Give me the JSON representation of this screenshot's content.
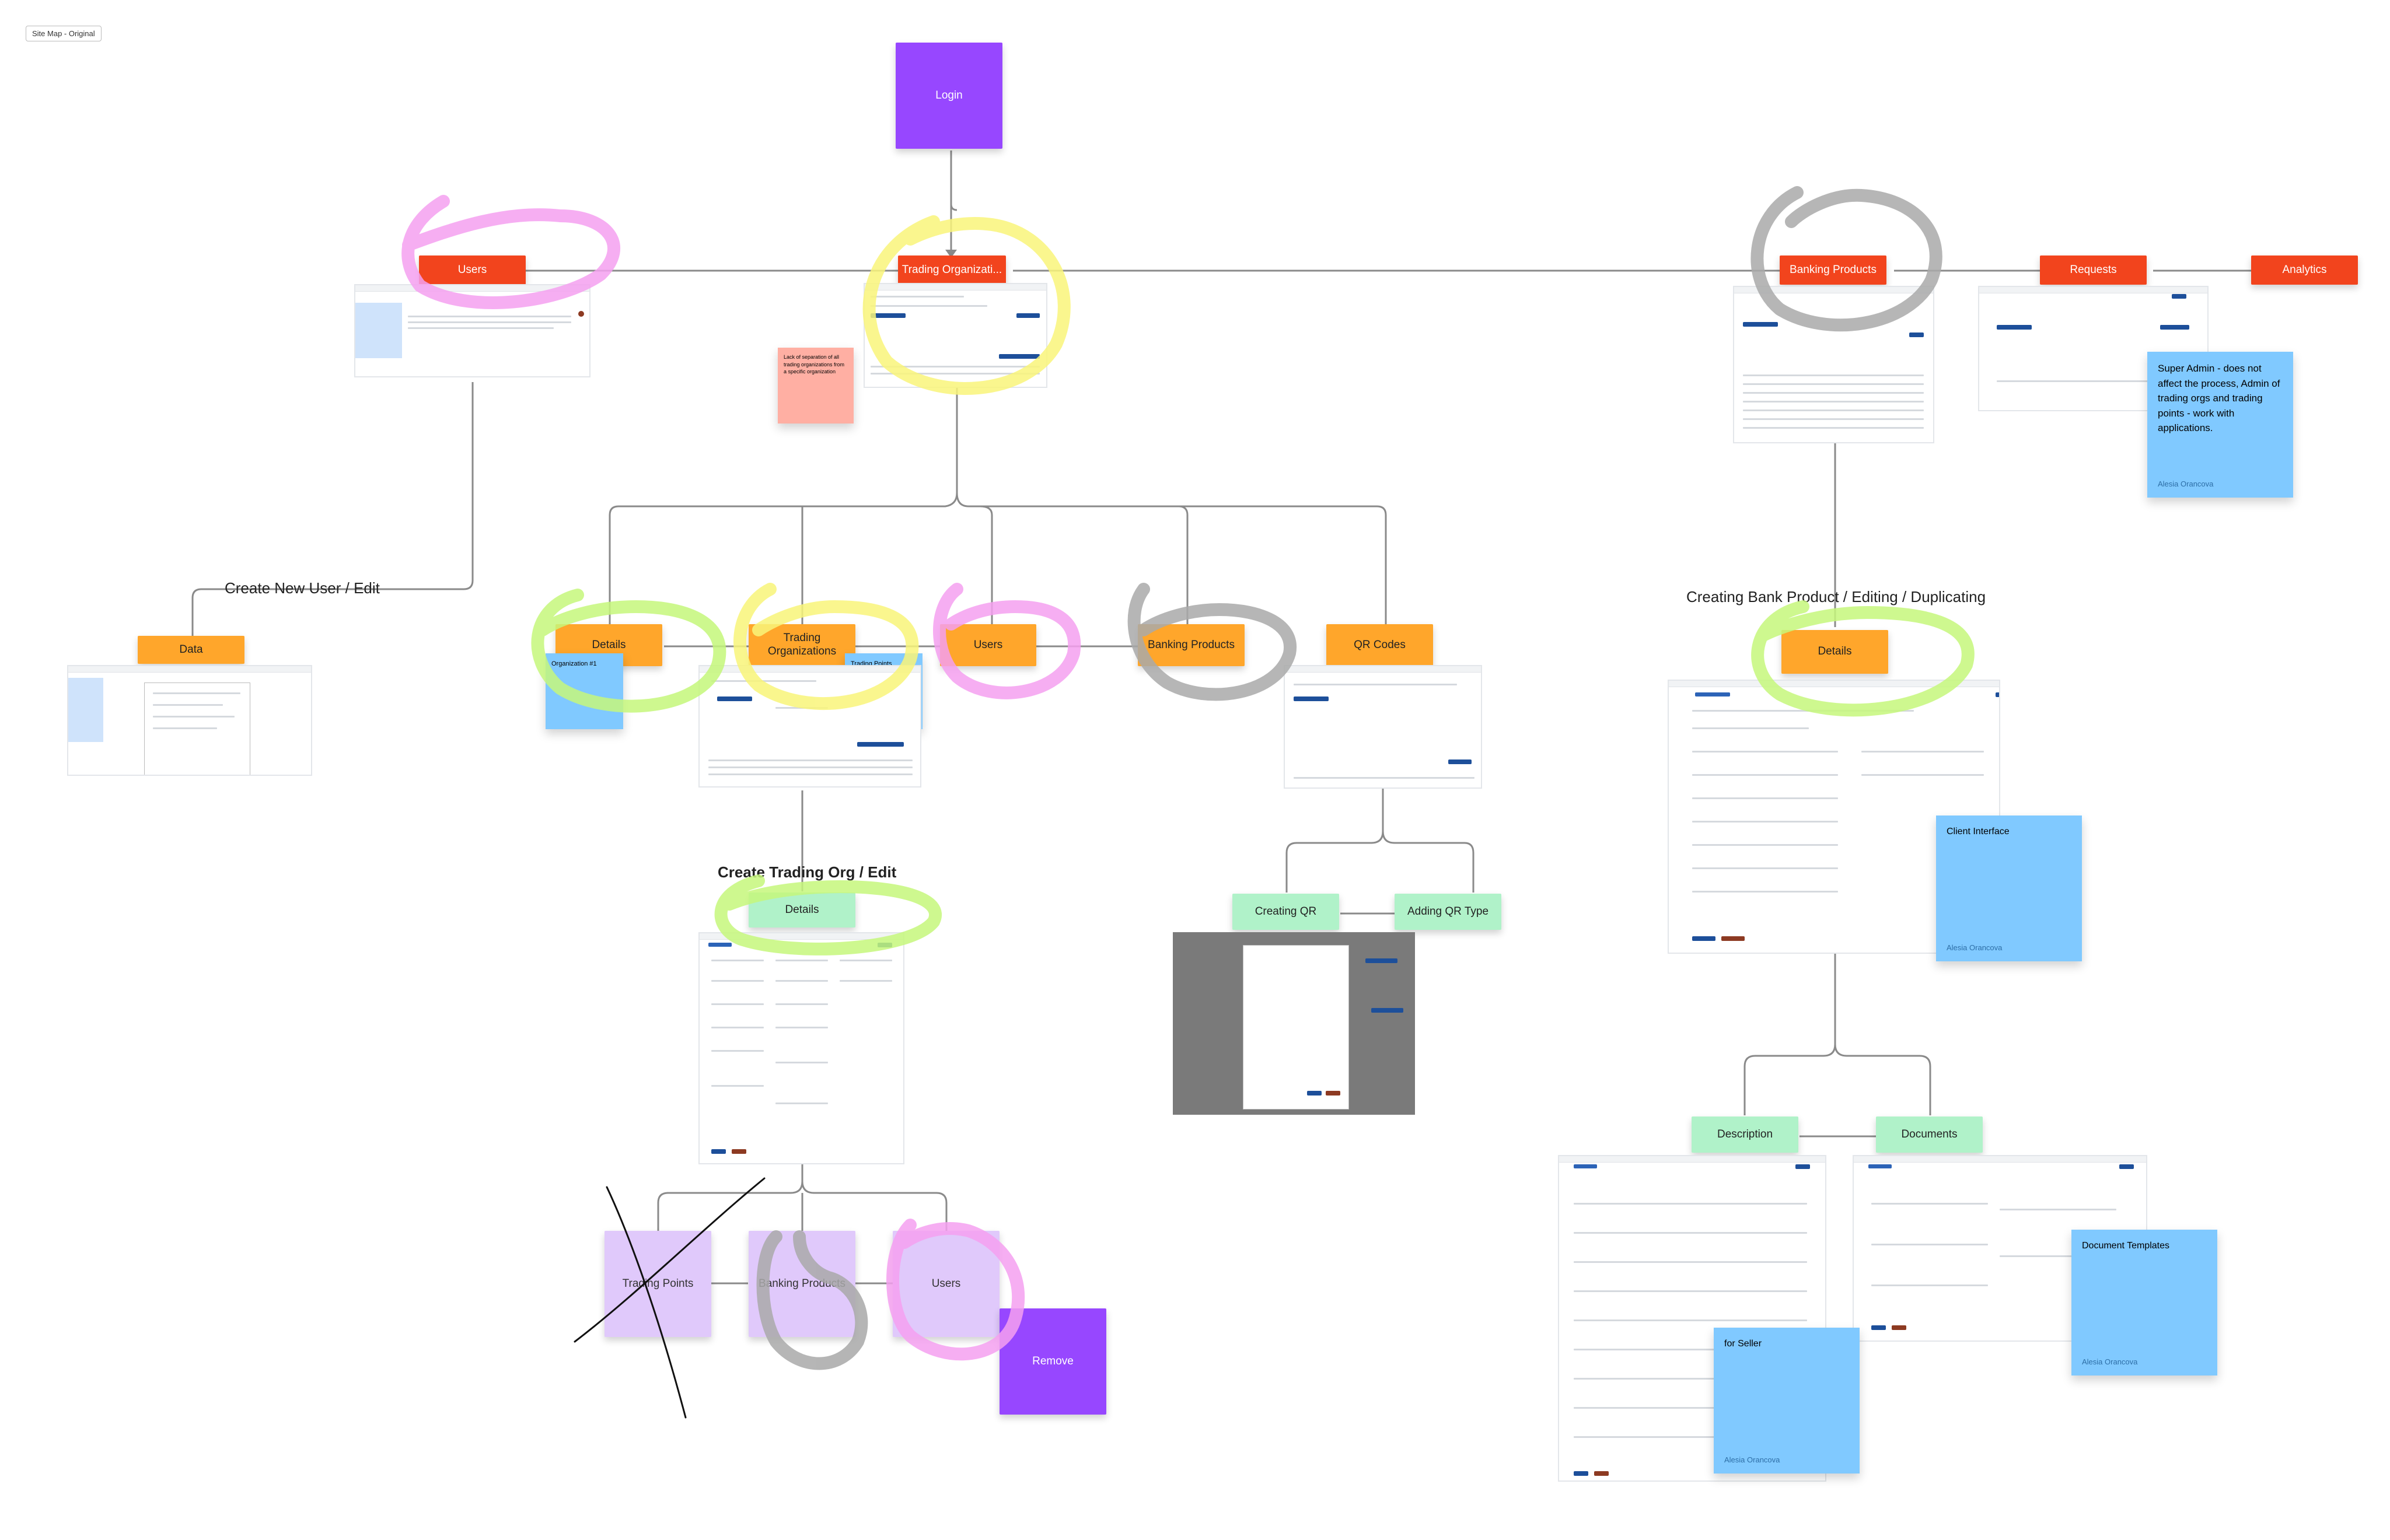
{
  "board": {
    "title": "Site Map - Original"
  },
  "nodes": {
    "login": "Login",
    "users_top": "Users",
    "trading_orgs_top": "Trading Organizati...",
    "banking_products_top": "Banking Products",
    "requests": "Requests",
    "analytics": "Analytics",
    "data": "Data",
    "details_org": "Details",
    "trading_orgs_sub": "Trading Organizations",
    "users_sub": "Users",
    "banking_products_sub": "Banking Products",
    "qr_codes": "QR Codes",
    "details_bank": "Details",
    "details_trading_org": "Details",
    "creating_qr": "Creating QR",
    "adding_qr_type": "Adding QR Type",
    "description": "Description",
    "documents": "Documents",
    "trading_points": "Trading Points",
    "banking_products_bottom": "Banking Products",
    "users_bottom": "Users",
    "remove": "Remove"
  },
  "section_labels": {
    "create_user": "Create New User / Edit",
    "create_trading_org": "Create Trading Org / Edit",
    "creating_bank_product": "Creating Bank Product / Editing / Duplicating"
  },
  "stickies": {
    "separation": {
      "text": "Lack of separation of all trading organizations from a specific organization"
    },
    "organization": {
      "text": "Organization #1"
    },
    "trading_points": {
      "text": "Trading Points"
    },
    "super_admin": {
      "text": "Super Admin - does not affect the process, Admin of trading orgs and trading points - work with applications.",
      "author": "Alesia Orancova"
    },
    "client_interface": {
      "text": "Client Interface",
      "author": "Alesia Orancova"
    },
    "for_seller": {
      "text": "for Seller",
      "author": "Alesia Orancova"
    },
    "document_templates": {
      "text": "Document Templates",
      "author": "Alesia Orancova"
    }
  },
  "colors": {
    "red_node": "#f2441d",
    "orange_node": "#ffa62b",
    "purple_node": "#9747ff",
    "green_node": "#b0f2c9",
    "lilac_node": "#e0c9fb",
    "blue_sticky": "#80c9ff",
    "salmon_sticky": "#ffafa3",
    "connector": "#8a8a8a",
    "marker_pink": "#f5a0f0",
    "marker_yellow": "#f9f57a",
    "marker_green": "#c5f77b",
    "marker_gray": "#a9a9a9"
  }
}
